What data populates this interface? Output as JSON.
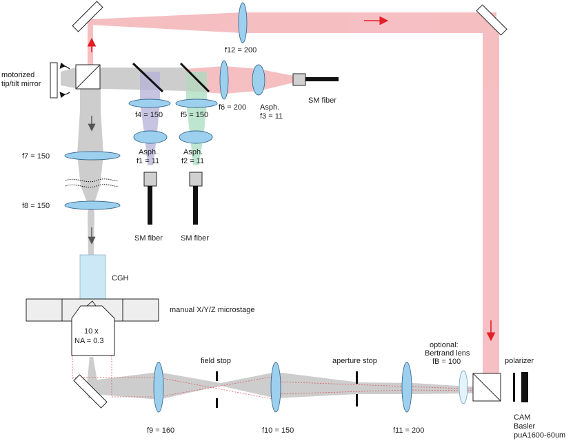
{
  "labels": {
    "motorized_mirror_l1": "motorized",
    "motorized_mirror_l2": "tip/tilt mirror",
    "f12": "f12 = 200",
    "f4": "f4 = 150",
    "f5": "f5 = 150",
    "f6": "f6 = 200",
    "asph3_l1": "Asph.",
    "asph3_l2": "f3 = 11",
    "sm_fiber_right": "SM fiber",
    "asph1_l1": "Asph.",
    "asph1_l2": "f1 = 11",
    "asph2_l1": "Asph.",
    "asph2_l2": "f2 = 11",
    "f7": "f7 = 150",
    "f8": "f8 = 150",
    "sm_fiber_1": "SM fiber",
    "sm_fiber_2": "SM fiber",
    "cgh": "CGH",
    "microstage": "manual X/Y/Z microstage",
    "objective_l1": "10 x",
    "objective_l2": "NA = 0.3",
    "field_stop": "field stop",
    "aperture_stop": "aperture stop",
    "bertrand_l1": "optional:",
    "bertrand_l2": "Bertrand lens",
    "bertrand_l3": "fB = 100",
    "polarizer": "polarizer",
    "f9": "f9 = 160",
    "f10": "f10 = 150",
    "f11": "f11 = 200",
    "cam_l1": "CAM",
    "cam_l2": "Basler",
    "cam_l3": "puA1600-60um"
  },
  "colors": {
    "red_beam": "#f4b4b8",
    "grey_beam": "#c8c8c8",
    "purple_beam": "#b4b0d8",
    "green_beam": "#a8dcc0",
    "lens_fill": "#9cd0ee",
    "lens_stroke": "#3a6a90",
    "cgh_fill": "#cce8f6",
    "arrow_red": "#e21e26",
    "arrow_grey": "#555555"
  }
}
